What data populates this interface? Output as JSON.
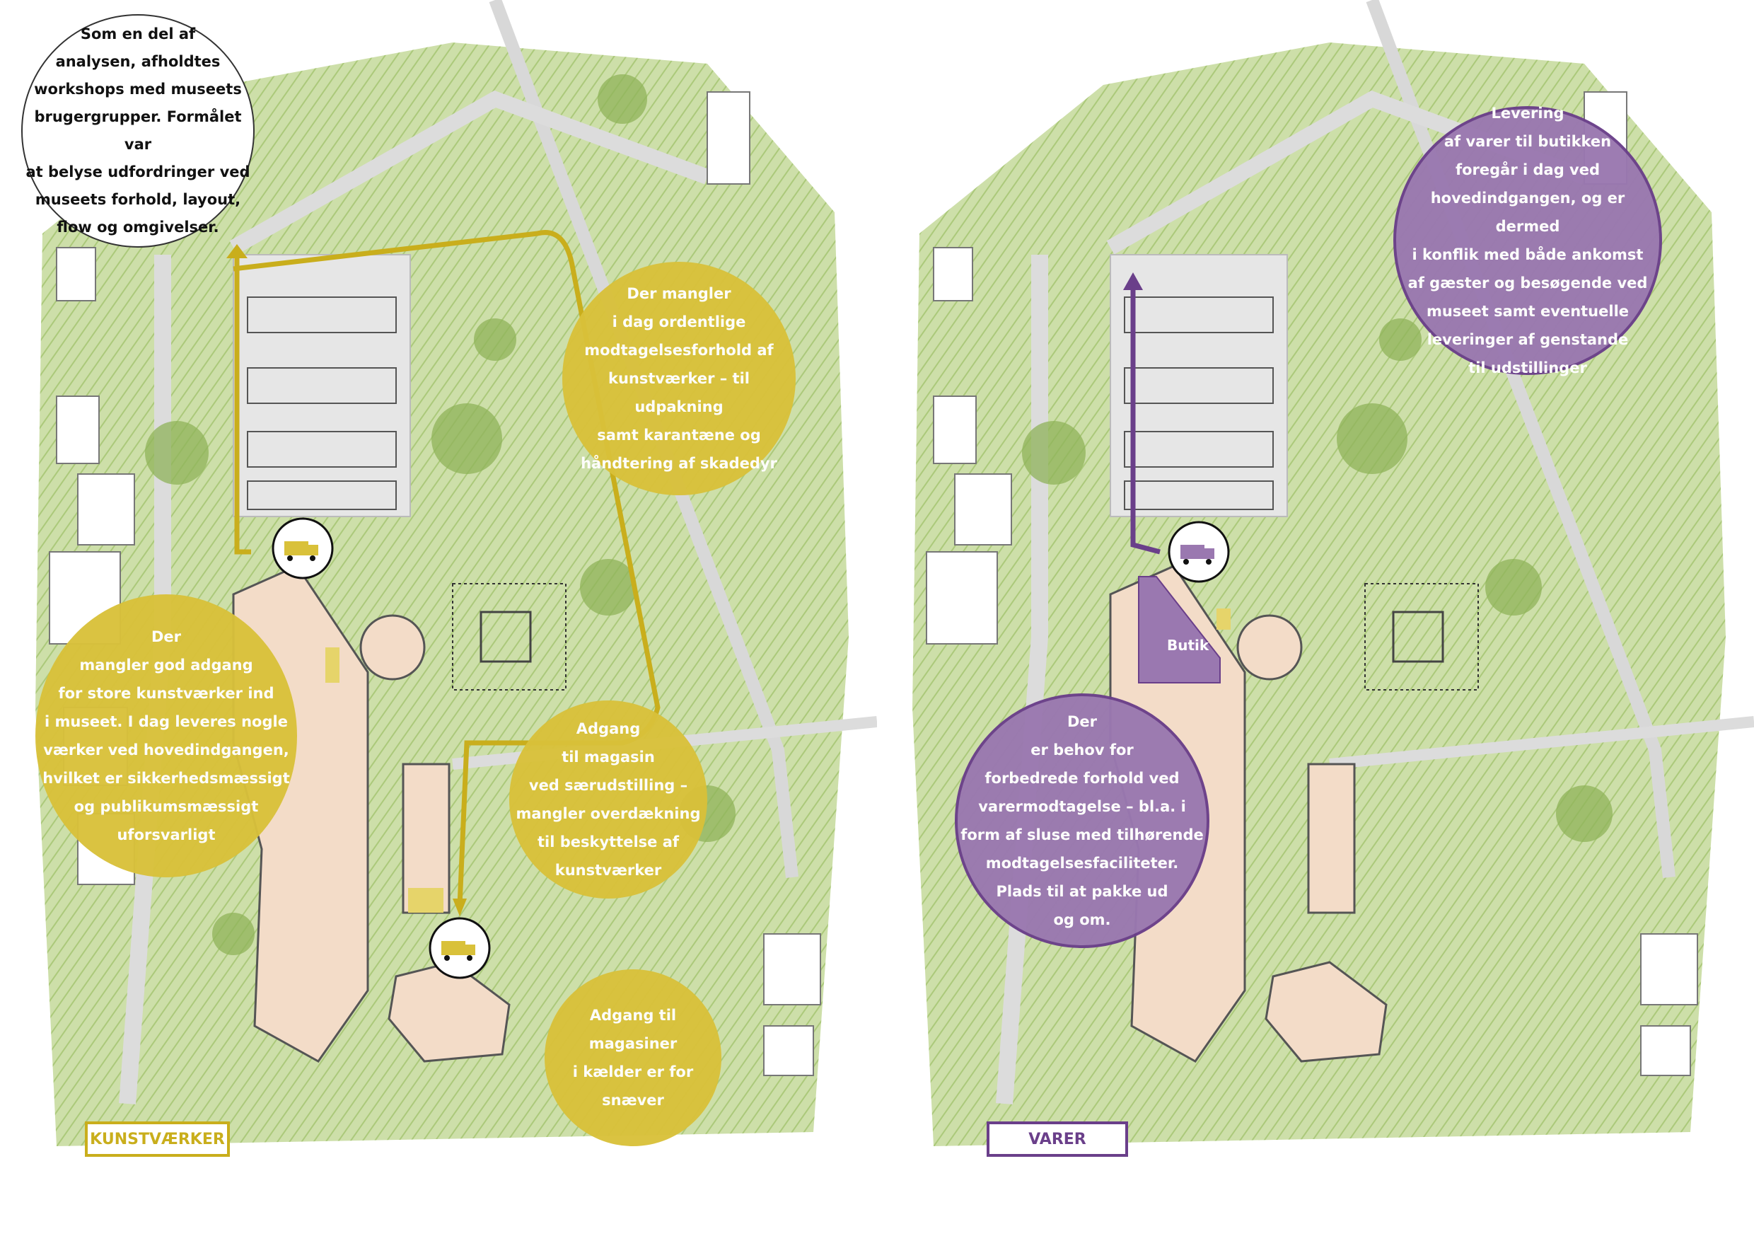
{
  "colors": {
    "yellow": "#d9c13a",
    "yellow_dark": "#c9ae1c",
    "purple": "#9a78b0",
    "purple_dark": "#6a3f8a",
    "grass": "#b8d08a",
    "building": "#f3dcc8",
    "road": "#e8e8e8"
  },
  "left_map": {
    "intro_bubble": "Som en del af\nanalysen, afholdtes\nworkshops med museets\nbrugergrupper. Formålet var\nat belyse udfordringer ved\nmuseets forhold, layout,\nflow og omgivelser.",
    "bubble_reception": "Der mangler\ni dag ordentlige\nmodtagelsesforhold af\nkunstværker – til udpakning\nsamt karantæne og\nhåndtering af skadedyr",
    "bubble_access": "Der\nmangler god adgang\nfor store kunstværker ind\ni museet. I dag leveres nogle\nværker ved hovedindgangen,\nhvilket er sikkerhedsmæssigt\nog publikumsmæssigt\nuforsvarligt",
    "bubble_magasin": "Adgang\ntil magasin\nved særudstilling –\nmangler overdækning\ntil beskyttelse af\nkunstværker",
    "bubble_cellar": "Adgang til magasiner\ni kælder er for snæver",
    "legend_label": "KUNSTVÆRKER",
    "icons": [
      "truck-icon",
      "truck-icon"
    ]
  },
  "right_map": {
    "bubble_delivery": "Levering\naf varer til butikken\nforegår i dag ved\nhovedindgangen, og er dermed\ni konflik med både ankomst\naf gæster og besøgende ved\nmuseet samt eventuelle\nleveringer af genstande\ntil udstillinger",
    "bubble_needs": "Der\ner behov for\nforbedrede forhold ved\nvarermodtagelse – bl.a. i\nform af sluse med tilhørende\nmodtagelsesfaciliteter.\nPlads til at pakke ud\nog om.",
    "shop_label": "Butik",
    "legend_label": "VARER",
    "icons": [
      "truck-icon"
    ]
  }
}
